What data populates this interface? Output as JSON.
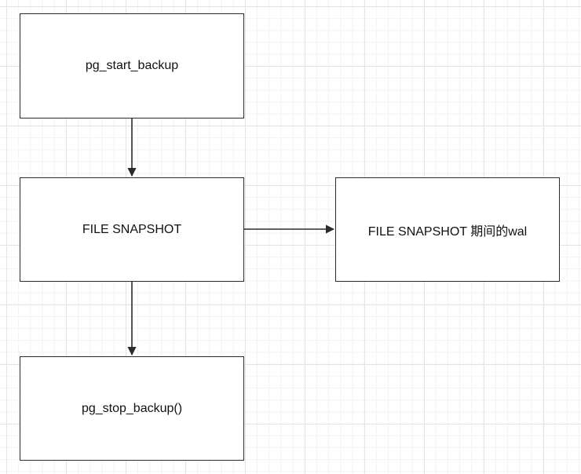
{
  "diagram": {
    "nodes": [
      {
        "id": "start",
        "label": "pg_start_backup"
      },
      {
        "id": "snapshot",
        "label": "FILE SNAPSHOT"
      },
      {
        "id": "wal",
        "label": "FILE SNAPSHOT 期间的wal"
      },
      {
        "id": "stop",
        "label": "pg_stop_backup()"
      }
    ],
    "edges": [
      {
        "from": "start",
        "to": "snapshot"
      },
      {
        "from": "snapshot",
        "to": "wal"
      },
      {
        "from": "snapshot",
        "to": "stop"
      }
    ],
    "colors": {
      "background": "#ffffff",
      "grid": "#e4e4e4",
      "stroke": "#2b2b2b",
      "text": "#111111"
    }
  }
}
